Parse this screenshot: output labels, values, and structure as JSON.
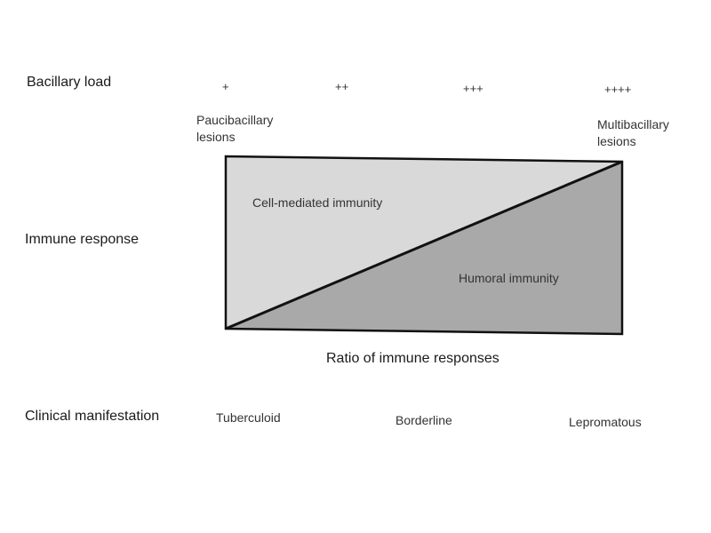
{
  "rows": {
    "bacillary_load": "Bacillary load",
    "immune_response": "Immune response",
    "clinical_manifestation": "Clinical manifestation"
  },
  "bacillary_levels": [
    "+",
    "++",
    "+++",
    "++++"
  ],
  "lesions": {
    "left": [
      "Paucibacillary",
      "lesions"
    ],
    "right": [
      "Multibacillary",
      "lesions"
    ]
  },
  "diagram": {
    "upper_region": "Cell-mediated immunity",
    "lower_region": "Humoral immunity",
    "caption": "Ratio of immune responses",
    "colors": {
      "upper": "#d9d9d9",
      "lower": "#a9a9a9",
      "line": "#111111"
    }
  },
  "clinical": [
    "Tuberculoid",
    "Borderline",
    "Lepromatous"
  ]
}
